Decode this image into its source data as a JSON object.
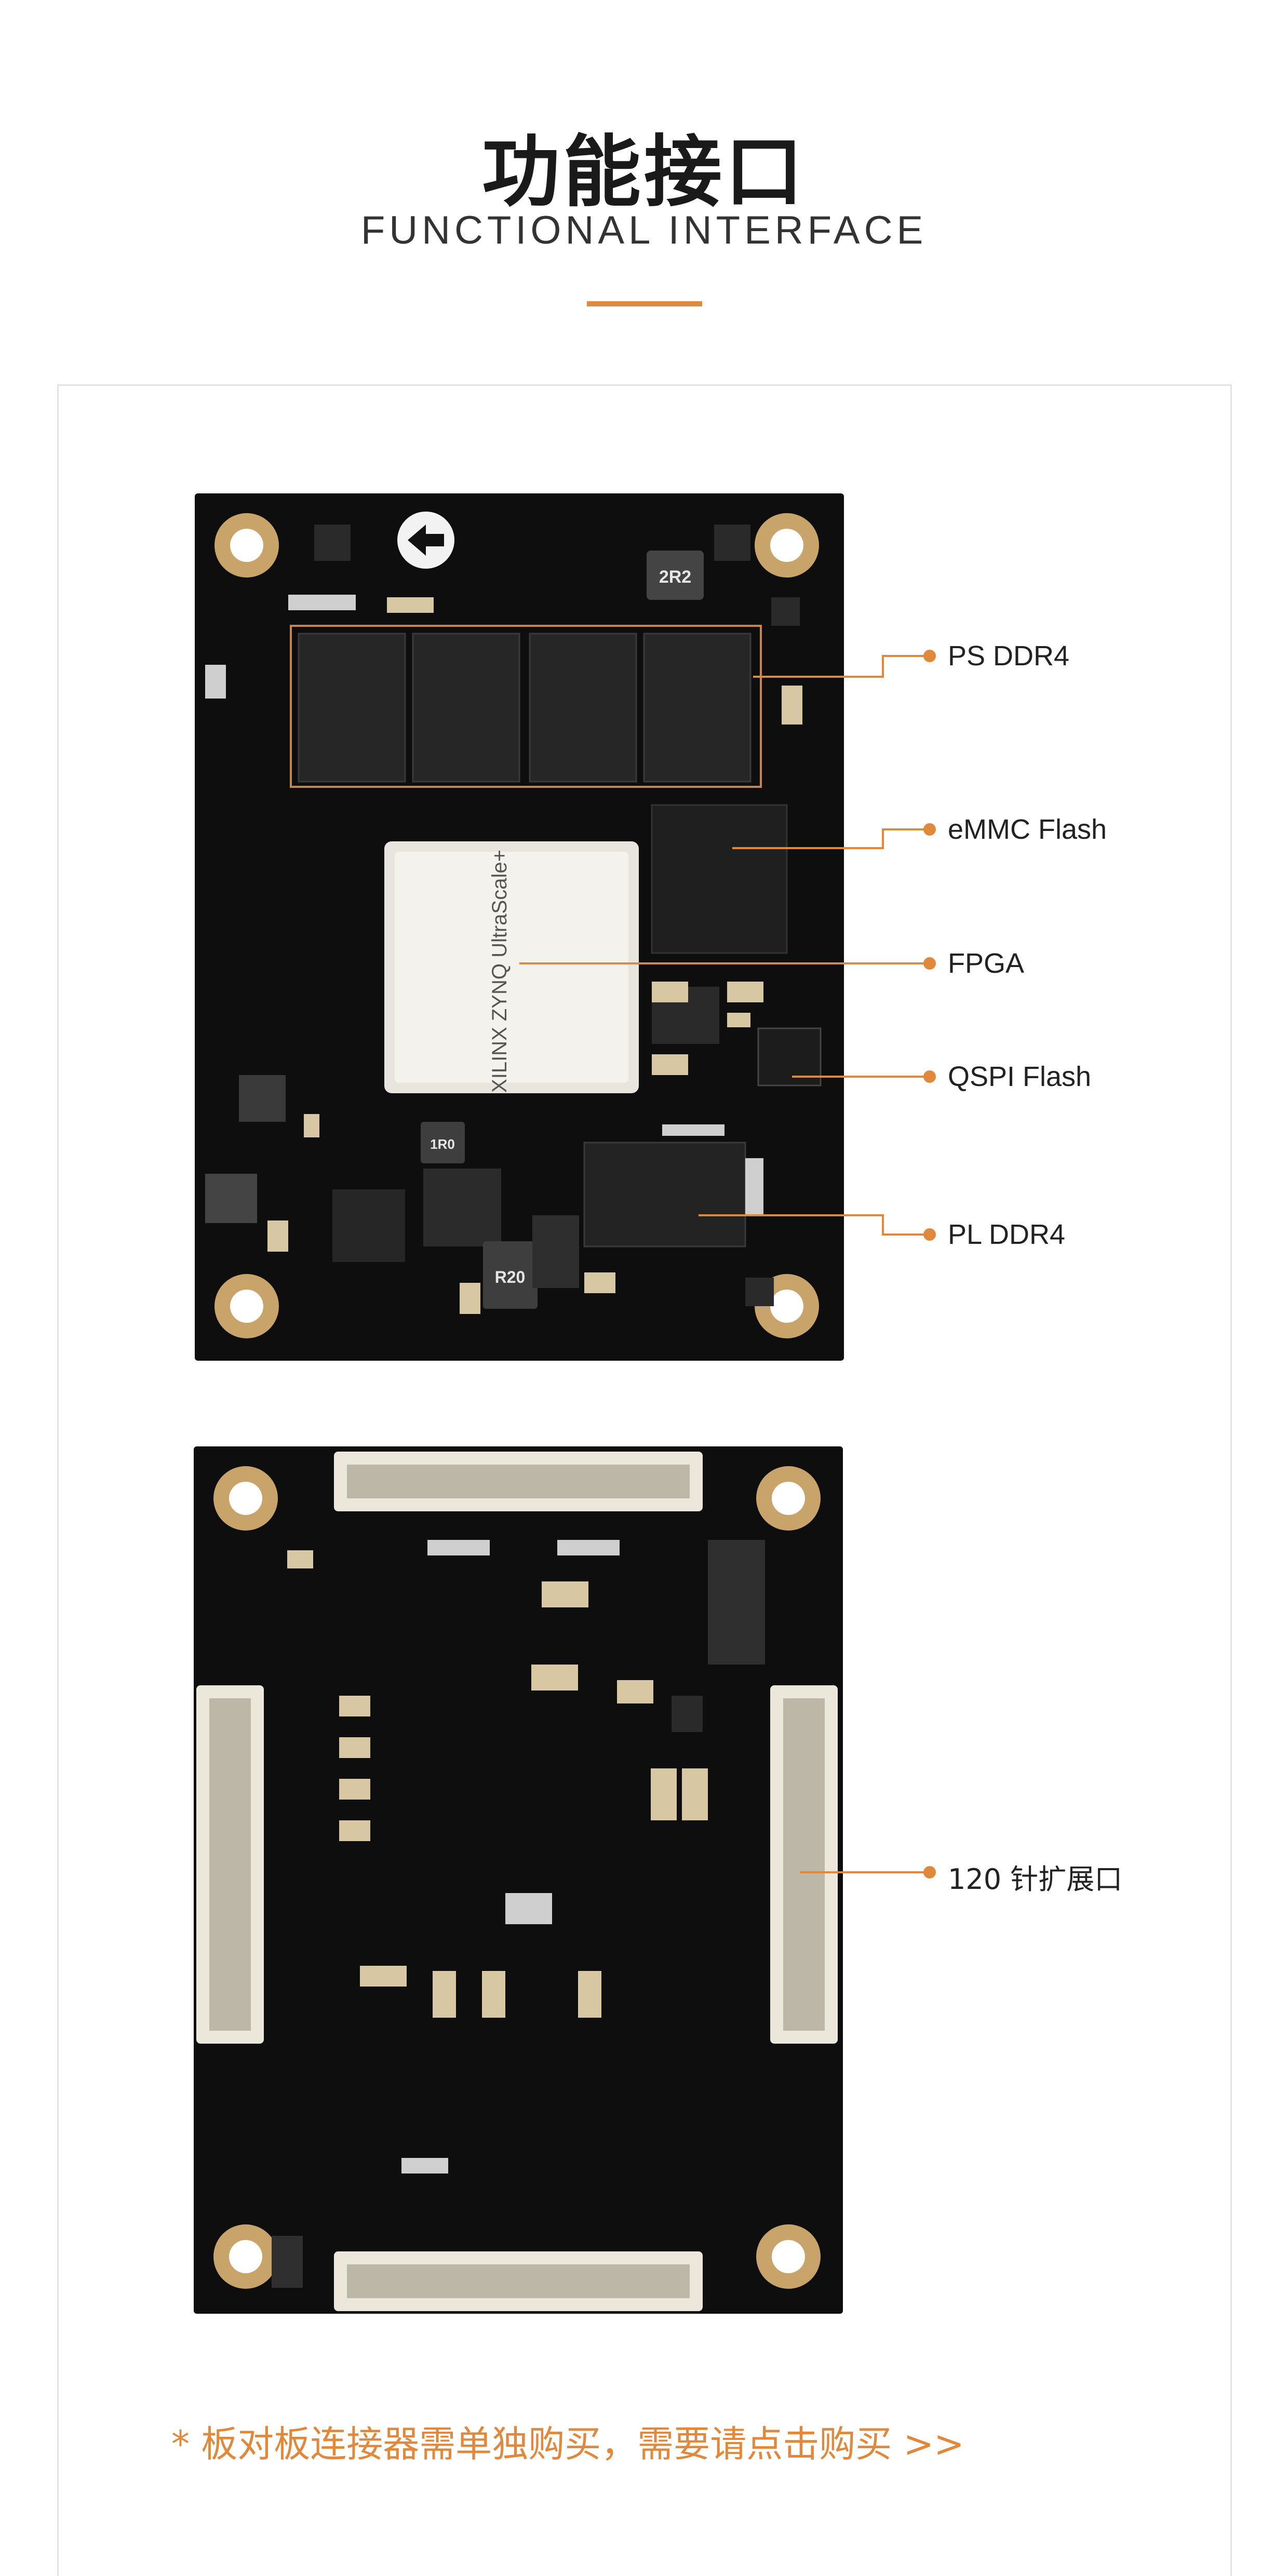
{
  "header": {
    "title": "功能接口",
    "subtitle": "FUNCTIONAL INTERFACE"
  },
  "colors": {
    "accent": "#e0883c",
    "pcb": "#0d0d0d",
    "card_border": "#e3e3e3"
  },
  "board_top": {
    "silkscreen": {
      "inductor_top": "2R2",
      "inductor_mid": "1R0",
      "inductor_bottom": "R20",
      "fpga_marking": "XILINX ZYNQ UltraScale+"
    },
    "callouts": [
      {
        "label": "PS DDR4"
      },
      {
        "label": "eMMC Flash"
      },
      {
        "label": "FPGA"
      },
      {
        "label": "QSPI Flash"
      },
      {
        "label": "PL DDR4"
      }
    ]
  },
  "board_bottom": {
    "callouts": [
      {
        "label": "120 针扩展口"
      }
    ]
  },
  "footer": {
    "note": "* 板对板连接器需单独购买，需要请点击购买 >>"
  }
}
